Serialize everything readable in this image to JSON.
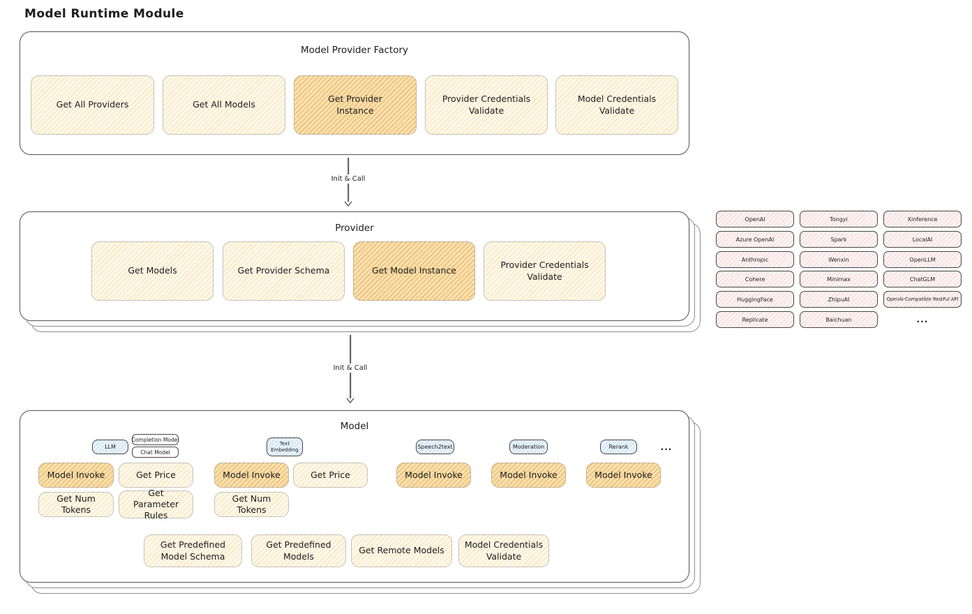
{
  "page": {
    "title": "Model Runtime Module"
  },
  "arrows": {
    "factory_to_provider": "Init & Call",
    "provider_to_model": "Init & Call"
  },
  "factory": {
    "title": "Model Provider Factory",
    "buttons": [
      {
        "label": "Get All Providers",
        "highlighted": false
      },
      {
        "label": "Get All Models",
        "highlighted": false
      },
      {
        "label": "Get Provider Instance",
        "highlighted": true
      },
      {
        "label": "Provider Credentials Validate",
        "highlighted": false
      },
      {
        "label": "Model Credentials Validate",
        "highlighted": false
      }
    ]
  },
  "provider": {
    "title": "Provider",
    "buttons": [
      {
        "label": "Get Models",
        "highlighted": false
      },
      {
        "label": "Get Provider Schema",
        "highlighted": false
      },
      {
        "label": "Get Model Instance",
        "highlighted": true
      },
      {
        "label": "Provider Credentials Validate",
        "highlighted": false
      }
    ]
  },
  "provider_grid": {
    "rows": [
      {
        "cells": [
          "OpenAI",
          "Tongyi",
          "Xinference"
        ]
      },
      {
        "cells": [
          "Azure OpenAI",
          "Spark",
          "LocalAI"
        ]
      },
      {
        "cells": [
          "Anthropic",
          "Wenxin",
          "OpenLLM"
        ]
      },
      {
        "cells": [
          "Cohere",
          "Minimax",
          "ChatGLM"
        ]
      },
      {
        "cells": [
          "HuggingFace",
          "ZhipuAI",
          "OpenAI-Compatible RestFul API"
        ]
      },
      {
        "cells": [
          "Replicate",
          "Baichuan"
        ]
      }
    ],
    "more": "..."
  },
  "model": {
    "title": "Model",
    "types": {
      "llm": "LLM",
      "completion": "Completion Model",
      "chat": "Chat Model",
      "text_embedding": "Text Embedding",
      "speech2text": "Speech2text",
      "moderation": "Moderation",
      "rerank": "Rerank",
      "more": "..."
    },
    "operations": {
      "llm": [
        "Model Invoke",
        "Get Price",
        "Get Num Tokens",
        "Get Parameter Rules"
      ],
      "text_embedding": [
        "Model Invoke",
        "Get Price",
        "Get Num Tokens"
      ],
      "speech2text": [
        "Model Invoke"
      ],
      "moderation": [
        "Model Invoke"
      ],
      "rerank": [
        "Model Invoke"
      ],
      "shared": [
        "Get Predefined Model Schema",
        "Get Predefined Models",
        "Get Remote Models",
        "Model Credentials Validate"
      ]
    }
  },
  "colors": {
    "button_fill": "#fdf8e9",
    "button_highlight": "#f8e4b8",
    "provider_chip_fill": "#fdf4f4",
    "model_type_chip_fill": "#ecf5fc",
    "border": "#5f5f5f"
  }
}
